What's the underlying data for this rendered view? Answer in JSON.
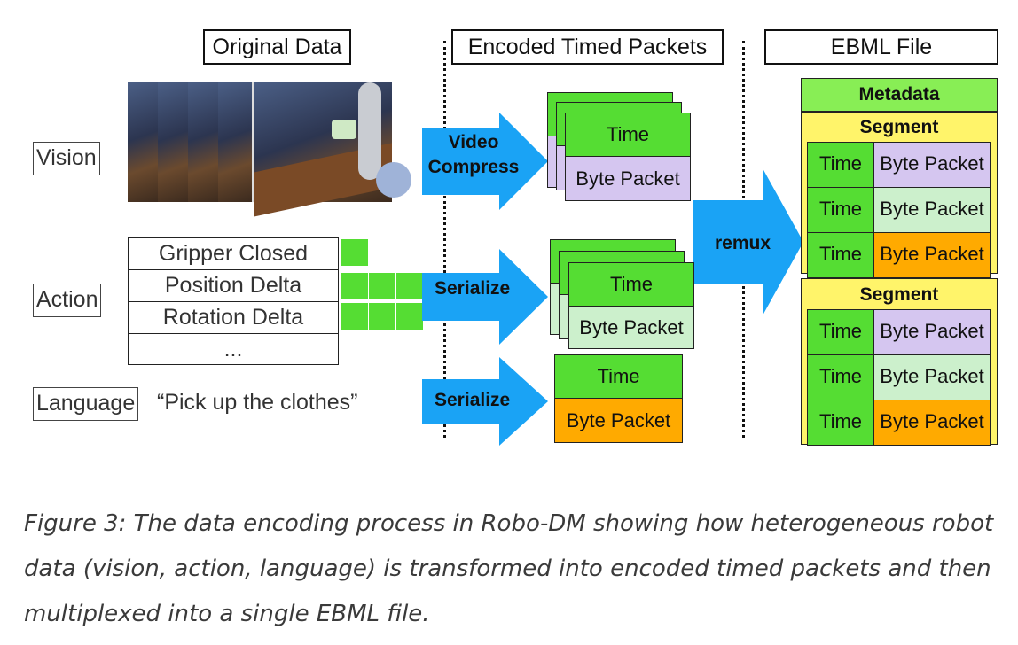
{
  "headers": {
    "original": "Original Data",
    "encoded": "Encoded Timed Packets",
    "ebml": "EBML File"
  },
  "rows": {
    "vision": "Vision",
    "action": "Action",
    "language": "Language"
  },
  "action_list": [
    "Gripper Closed",
    "Position Delta",
    "Rotation Delta",
    "..."
  ],
  "language_text": "“Pick up the clothes”",
  "arrows": {
    "video_compress": "Video\nCompress",
    "serialize_action": "Serialize",
    "serialize_language": "Serialize",
    "remux": "remux"
  },
  "packet": {
    "time": "Time",
    "byte": "Byte Packet"
  },
  "ebml_file": {
    "metadata": "Metadata",
    "segment": "Segment"
  },
  "colors": {
    "green": "#55dd33",
    "purple": "#d5c6f0",
    "mint": "#ccf0cc",
    "orange": "#ffaa00",
    "blue_arrow": "#1aa3f5",
    "yellow": "#fff46a",
    "meta_green": "#88ee55"
  },
  "caption": "Figure 3: The data encoding process in Robo-DM showing how heterogeneous robot data (vision, action, language) is transformed into encoded timed packets and then multiplexed into a single EBML file."
}
